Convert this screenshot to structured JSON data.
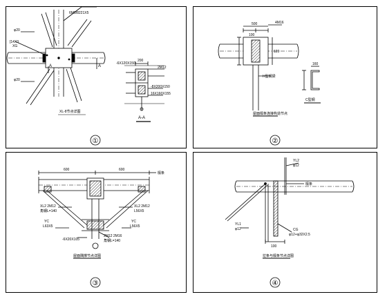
{
  "panels": [
    {
      "number": "①",
      "caption": "XL-8节点详图",
      "labels": {
        "bolt_top": "6M8/8221X5",
        "dim_a": "φ20",
        "section": "[14X3",
        "section_sub": "XG",
        "dim_b": "φ20",
        "mark_left": "A",
        "mark_right": "A",
        "detail_top": "200",
        "detail_plate": "-6X120X150",
        "detail_bolt": "2M12",
        "detail_side": "-8X200X150",
        "detail_note": "16X160X155",
        "section_title": "A-A"
      }
    },
    {
      "number": "②",
      "caption": "屋面檩条连接构造节点",
      "labels": {
        "dim_total": "500",
        "dim_half": "100",
        "bolt": "4M16",
        "side_dim": "120",
        "beam_label": "H型钢梁",
        "purlin_section": "C型钢",
        "purlin_dims": "160"
      }
    },
    {
      "number": "③",
      "caption": "屋面隅撑节点详图",
      "labels": {
        "dim_left": "600",
        "dim_right": "600",
        "purlin": "檩条",
        "brace_left": "XL2 2M12",
        "brace_left_sub": "角钢L=140",
        "brace_right": "XL2 2M12",
        "brace_right_sub": "L56X5",
        "tie_left": "YC",
        "tie_left_sub": "L63X5",
        "tie_right": "YC",
        "tie_right_sub": "L56X5",
        "bottom_bolt": "2M12 2M16",
        "bottom_bolt_sub": "角钢L=140",
        "stiffener": "-6X20X105"
      }
    },
    {
      "number": "④",
      "caption": "拉条与檩条节点详图",
      "labels": {
        "tie_top": "YL2",
        "tie_top_sub": "φ12",
        "purlin": "檩条",
        "tie_left": "YL1",
        "tie_left_sub": "φ12",
        "cg": "CG",
        "cg_sub": "φ12+φ32X2.5",
        "dim": "100"
      }
    }
  ]
}
